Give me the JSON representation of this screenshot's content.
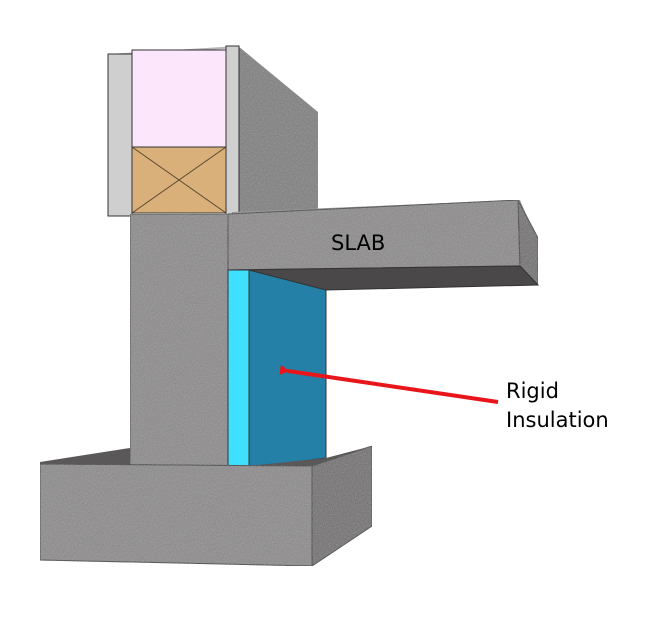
{
  "labels": {
    "slab": "SLAB",
    "insulation_line1": "Rigid",
    "insulation_line2": "Insulation"
  },
  "colors": {
    "concrete_front": "#8a8888",
    "concrete_side": "#6e6c6c",
    "concrete_top": "#a19f9f",
    "concrete_bottom": "#4a4848",
    "insulation_front": "#2480a6",
    "insulation_edge": "#3fe0ff",
    "batt_insulation": "#fbe6fb",
    "wood_plate": "#d9b07a",
    "sheathing": "#cfcfcf",
    "arrow": "#e8161b"
  },
  "icons": [
    "arrow-icon"
  ]
}
